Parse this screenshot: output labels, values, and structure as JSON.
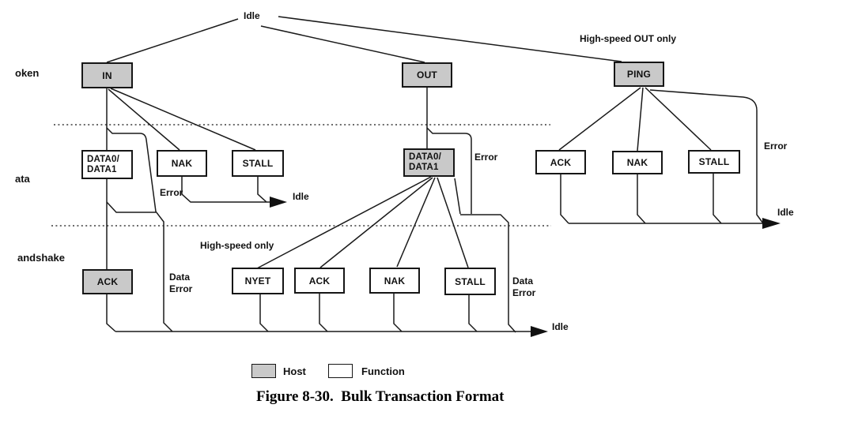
{
  "figure": {
    "caption": "Figure 8-30.  Bulk Transaction Format",
    "top_state": "Idle",
    "row_labels": {
      "token": "oken",
      "data": "ata",
      "handshake": "andshake"
    },
    "nodes": {
      "in": "IN",
      "out": "OUT",
      "ping": "PING",
      "data01_in": {
        "line1": "DATA0/",
        "line2": "DATA1"
      },
      "nak_in": "NAK",
      "stall_in": "STALL",
      "data01_out": {
        "line1": "DATA0/",
        "line2": "DATA1"
      },
      "ack_ping": "ACK",
      "nak_ping": "NAK",
      "stall_ping": "STALL",
      "ack_handshake": "ACK",
      "nyet": "NYET",
      "ack_out": "ACK",
      "nak_out": "NAK",
      "stall_out": "STALL"
    },
    "annotations": {
      "high_speed_out_only": "High-speed OUT only",
      "high_speed_only": "High-speed only",
      "error_in": "Error",
      "error_out": "Error",
      "error_ping": "Error",
      "idle_in": "Idle",
      "idle_ping": "Idle",
      "idle_bottom": "Idle",
      "data_error_in": {
        "line1": "Data",
        "line2": "Error"
      },
      "data_error_out": {
        "line1": "Data",
        "line2": "Error"
      }
    },
    "legend": {
      "host": "Host",
      "function": "Function"
    },
    "colors": {
      "host_fill": "#c9c9c9",
      "function_fill": "#ffffff",
      "line": "#1a1a1a",
      "background": "#ffffff"
    }
  }
}
